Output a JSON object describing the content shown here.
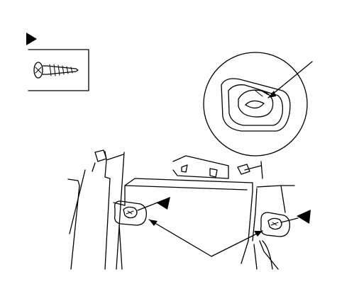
{
  "diagram": {
    "callout_markers": [
      {
        "kind": "fastener-marker",
        "target": "screw-legend"
      },
      {
        "kind": "fastener-marker",
        "target": "left-clip"
      },
      {
        "kind": "fastener-marker",
        "target": "right-clip"
      }
    ],
    "legend": {
      "fastener_icon": "screw-icon"
    },
    "detail_view": {
      "icon": "clip-detail-icon"
    },
    "colors": {
      "line": "#000000",
      "background": "#ffffff"
    }
  }
}
